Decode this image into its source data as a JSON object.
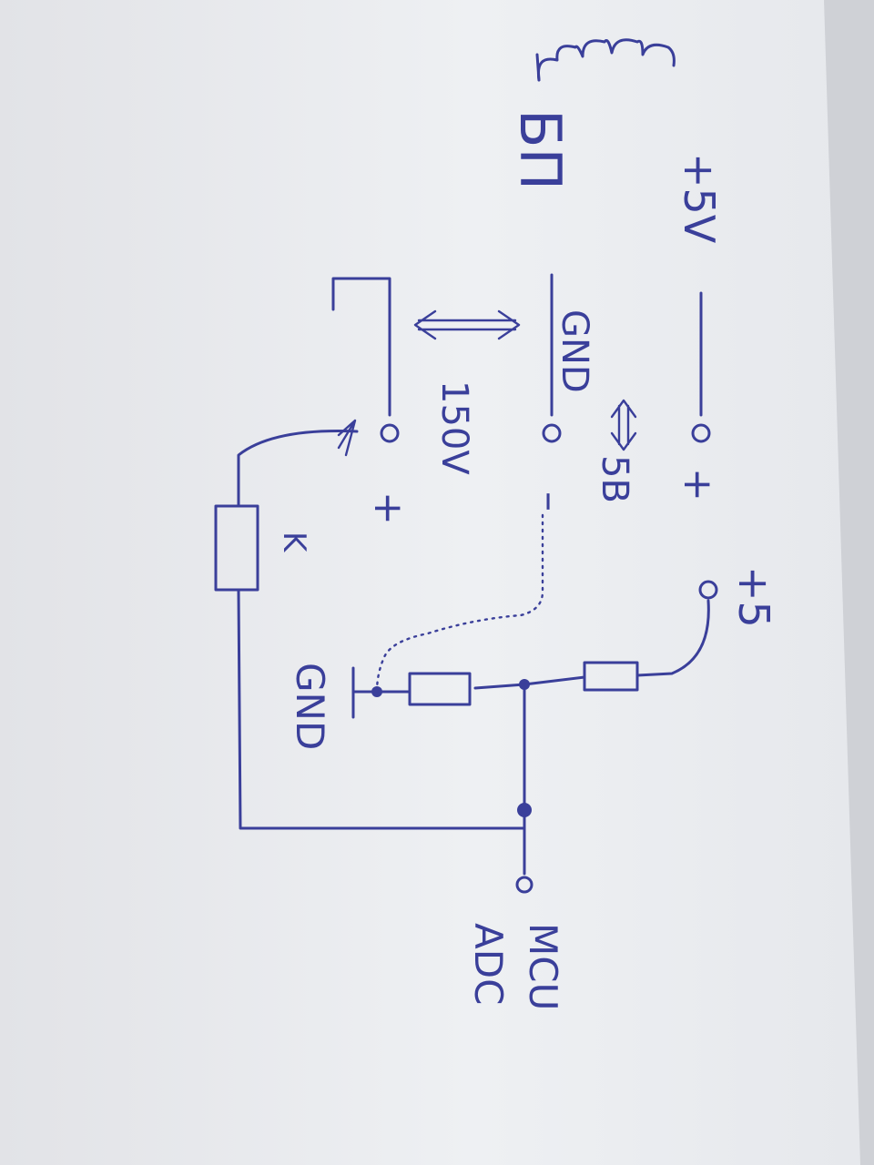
{
  "labels": {
    "psu": "БП",
    "plus5v": "+5V",
    "gnd_top": "GND",
    "v5_arrow": "5В",
    "v150": "150V",
    "plus_top": "+",
    "minus_mid": "–",
    "plus_low": "+",
    "plus5_right": "+5",
    "k_label": "K",
    "gnd_bottom": "GND",
    "mcu": "MCU",
    "adc": "ADC"
  },
  "colors": {
    "ink": "#3a3f9a",
    "paper": "#eceef2"
  }
}
